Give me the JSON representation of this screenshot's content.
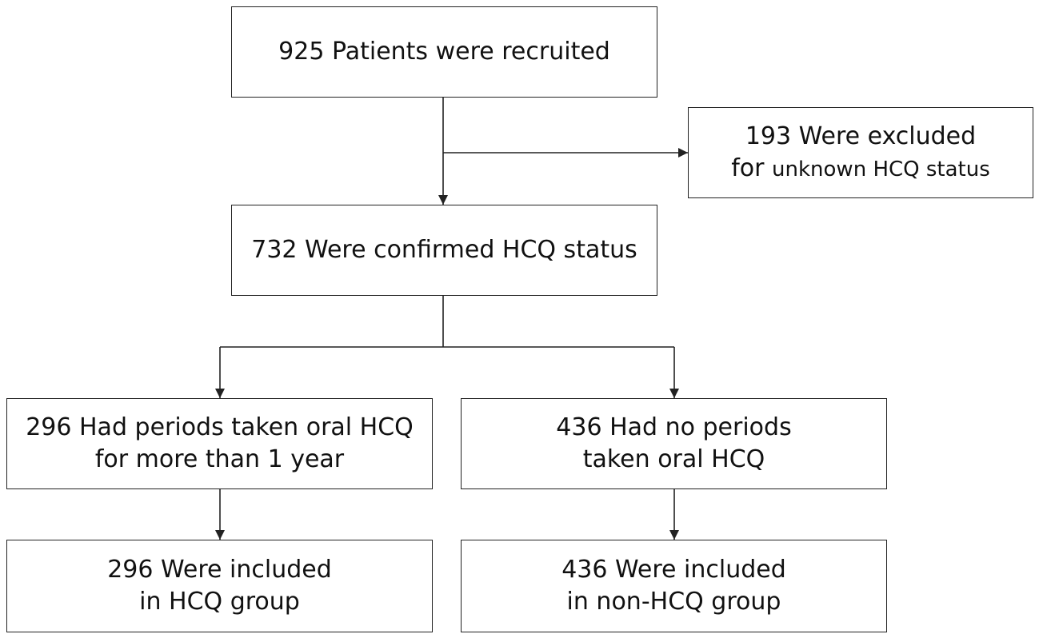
{
  "boxes": {
    "recruited": {
      "line1": "925 Patients were recruited"
    },
    "excluded": {
      "line1": "193 Were excluded",
      "line2_prefix": "for ",
      "line2_rest": "unknown HCQ status"
    },
    "confirmed": {
      "line1": "732 Were confirmed HCQ status"
    },
    "oral_hcq": {
      "line1": "296 Had periods taken oral HCQ",
      "line2": "for more than 1 year"
    },
    "no_hcq": {
      "line1": "436 Had no periods",
      "line2": "taken oral HCQ"
    },
    "hcq_group": {
      "line1": "296 Were included",
      "line2": "in HCQ group"
    },
    "non_hcq_group": {
      "line1": "436 Were included",
      "line2": "in non-HCQ group"
    }
  },
  "colors": {
    "line": "#222222",
    "background": "#ffffff",
    "text": "#111111"
  }
}
